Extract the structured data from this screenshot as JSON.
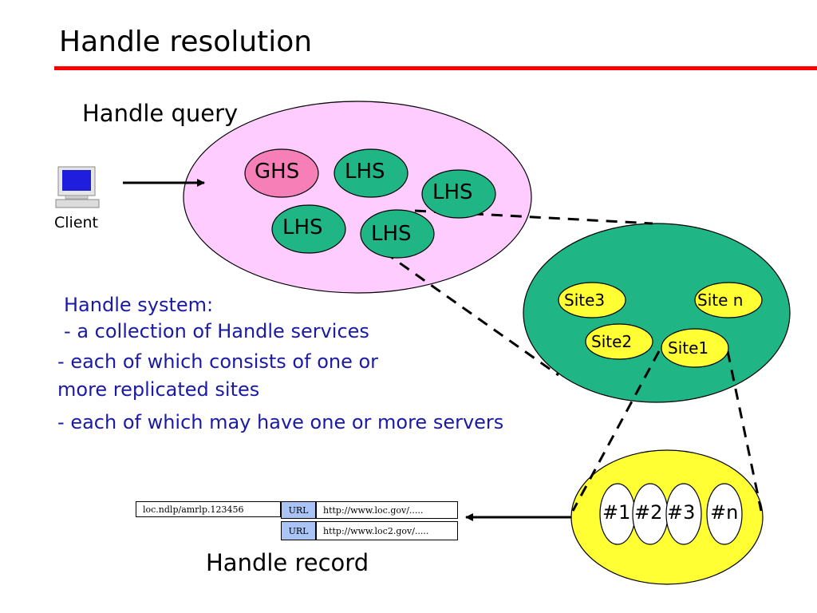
{
  "title": "Handle resolution",
  "labels": {
    "handle_query": "Handle query",
    "client": "Client",
    "handle_record": "Handle record"
  },
  "nodes": {
    "ghs": "GHS",
    "lhs": "LHS",
    "site3": "Site3",
    "site_n": "Site n",
    "site2": "Site2",
    "site1": "Site1",
    "server1": "#1",
    "server2": "#2",
    "server3": "#3",
    "server_n": "#n"
  },
  "description": {
    "heading": "Handle system:",
    "dash": "-",
    "line1": "a collection of Handle services",
    "line2a": "each of which consists of one or",
    "line2b": "more replicated sites",
    "line3": "each of which may have one or more servers"
  },
  "record": {
    "handle": "loc.ndlp/amrlp.123456",
    "rows": [
      {
        "type": "URL",
        "value": "http://www.loc.gov/....."
      },
      {
        "type": "URL",
        "value": "http://www.loc2.gov/....."
      }
    ]
  },
  "colors": {
    "accent_rule": "#ff0000",
    "handle_system": "#ffccff",
    "service": "#1fb584",
    "ghs": "#f77fb8",
    "site": "#ffff33",
    "text_blue": "#1a1aa6",
    "url_cell": "#a9c4f5"
  },
  "icons": {
    "client": "computer-icon"
  }
}
